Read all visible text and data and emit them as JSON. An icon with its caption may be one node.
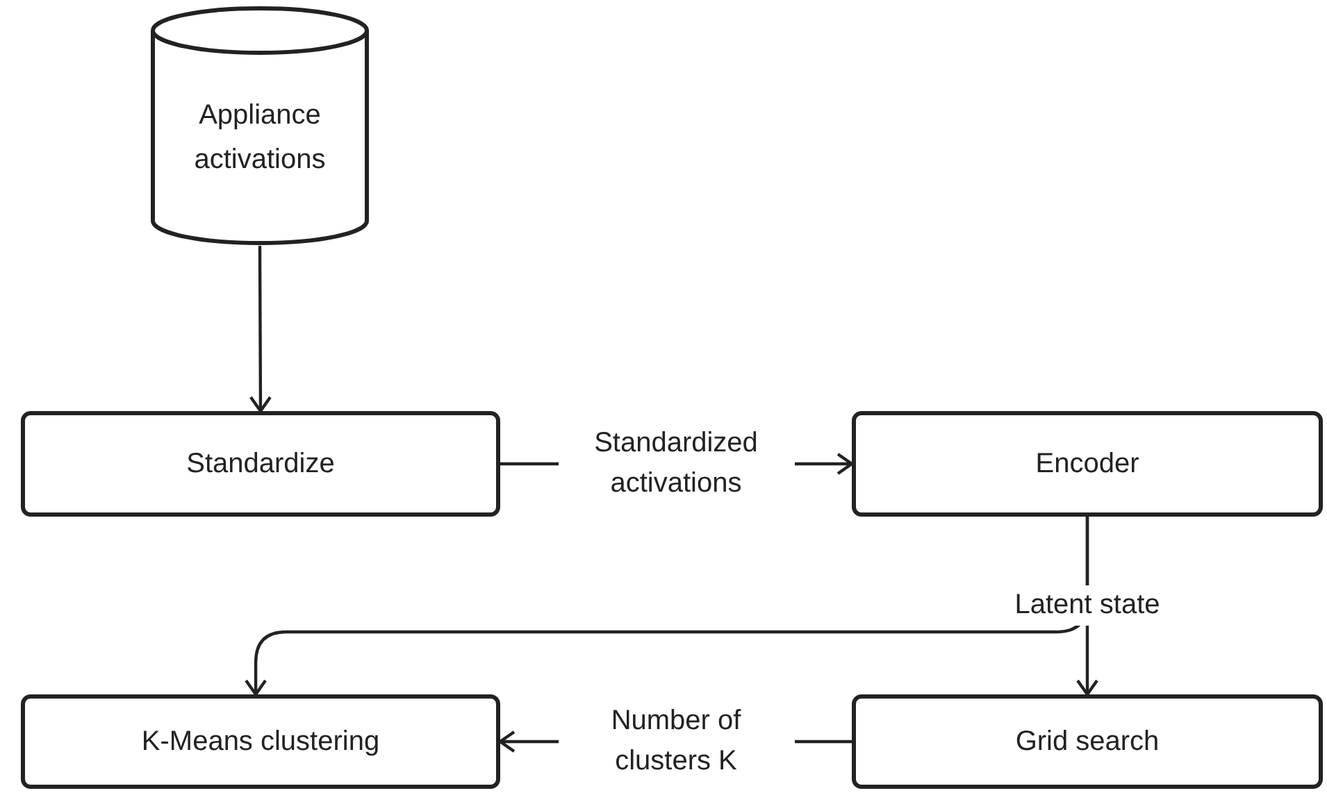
{
  "diagram": {
    "nodes": [
      {
        "text": [
          "Appliance activations"
        ]
      },
      {
        "text": [
          "Standardize"
        ]
      },
      {
        "text": [
          "Encoder"
        ]
      },
      {
        "text": [
          "K-Means clustering"
        ]
      },
      {
        "text": [
          "Grid search"
        ]
      }
    ],
    "edges": [
      {
        "from": 0,
        "to": 1,
        "arrow": "to"
      },
      {
        "from": 1,
        "to": 2,
        "arrow": "to",
        "label": "Standardized activations"
      },
      {
        "from": 2,
        "to": 3,
        "arrow": "to"
      },
      {
        "from": 2,
        "to": 4,
        "arrow": "to",
        "label": "Latent state"
      },
      {
        "from": 4,
        "to": 3,
        "arrow": "to",
        "label": "Number of clusters K"
      }
    ]
  }
}
